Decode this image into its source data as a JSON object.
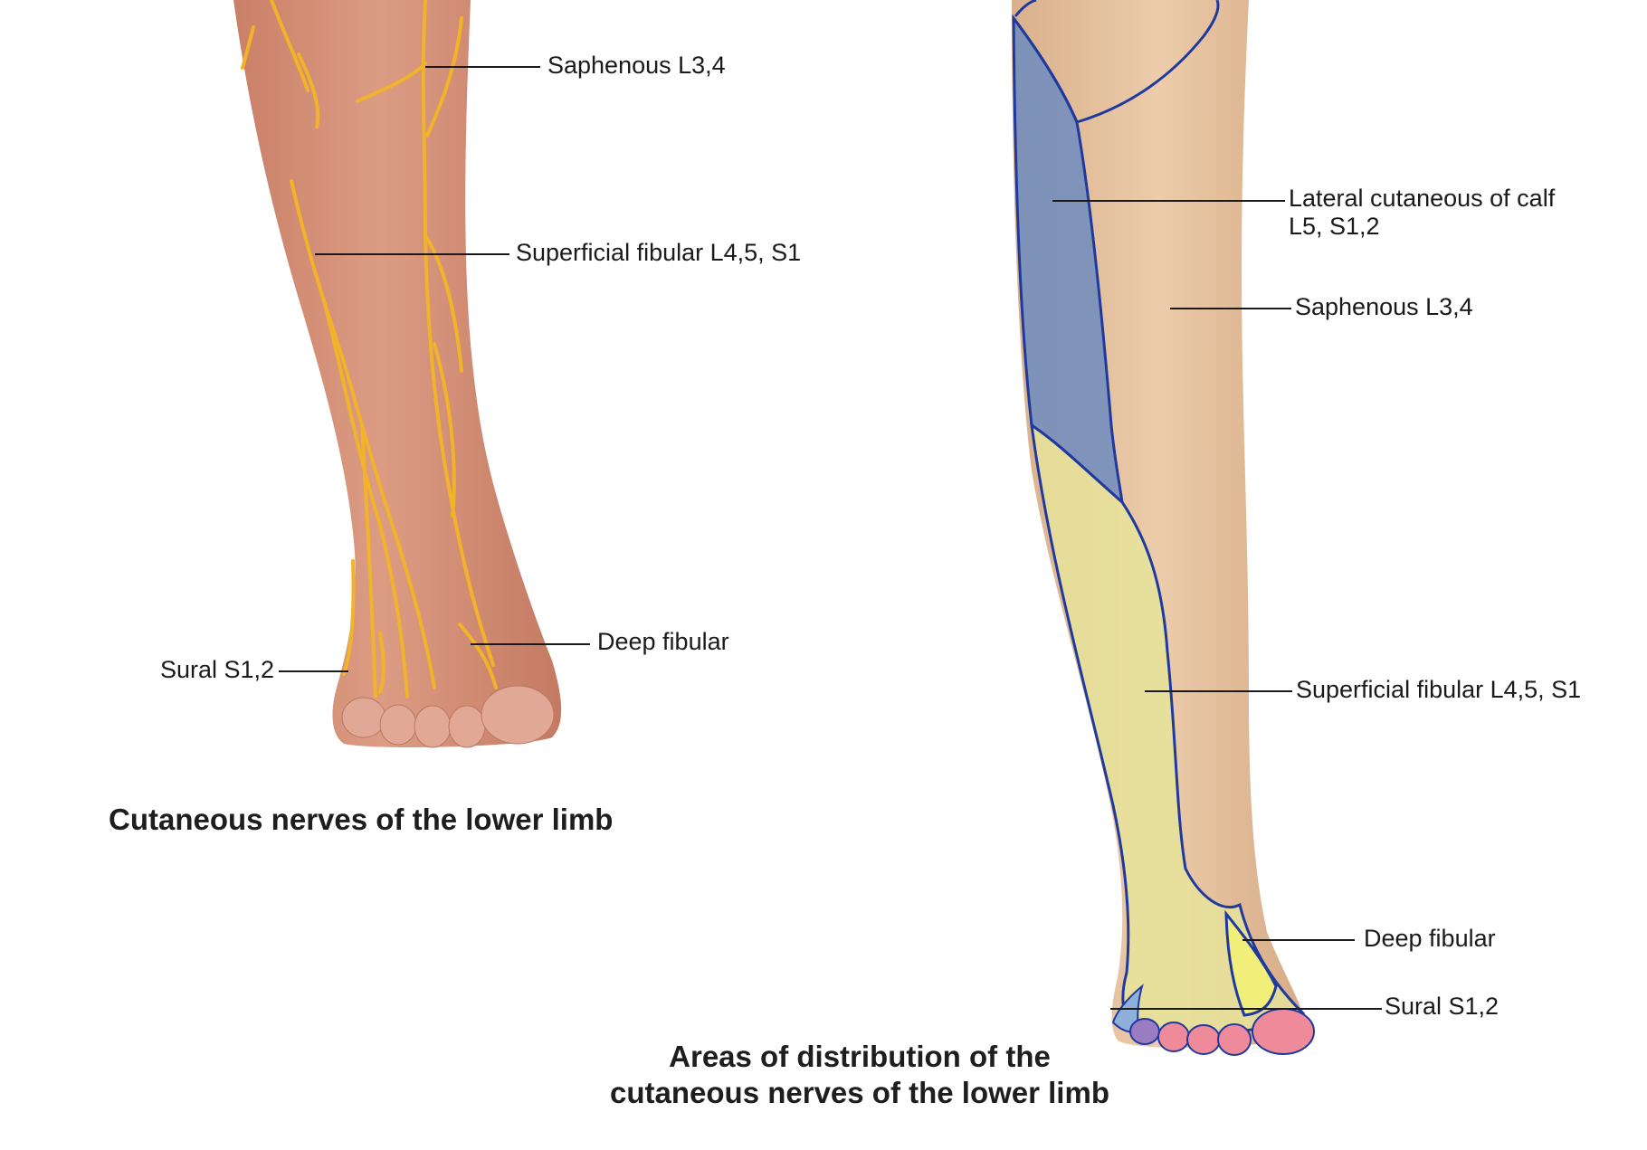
{
  "left_figure": {
    "caption": "Cutaneous nerves of the lower limb",
    "labels": {
      "saphenous": "Saphenous L3,4",
      "superficial_fibular": "Superficial fibular L4,5, S1",
      "deep_fibular": "Deep fibular",
      "sural": "Sural S1,2"
    }
  },
  "right_figure": {
    "caption_line1": "Areas of distribution of the",
    "caption_line2": "cutaneous nerves of the lower limb",
    "labels": {
      "lateral_cutaneous_line1": "Lateral cutaneous of calf",
      "lateral_cutaneous_line2": "L5, S1,2",
      "saphenous": "Saphenous L3,4",
      "superficial_fibular": "Superficial fibular L4,5, S1",
      "deep_fibular": "Deep fibular",
      "sural": "Sural S1,2"
    }
  },
  "colors": {
    "skin_left": "#d99a82",
    "skin_right": "#e6c3a0",
    "nerve": "#f0b32a",
    "lateral_region": "#6f8cbf",
    "superficial_region": "#e6e39a",
    "deep_region": "#f2ee7a",
    "outline": "#1f3a9e",
    "toe_pink": "#ef8a9b",
    "toe_purple": "#9a7cc2",
    "leader": "#1a1a1a"
  }
}
